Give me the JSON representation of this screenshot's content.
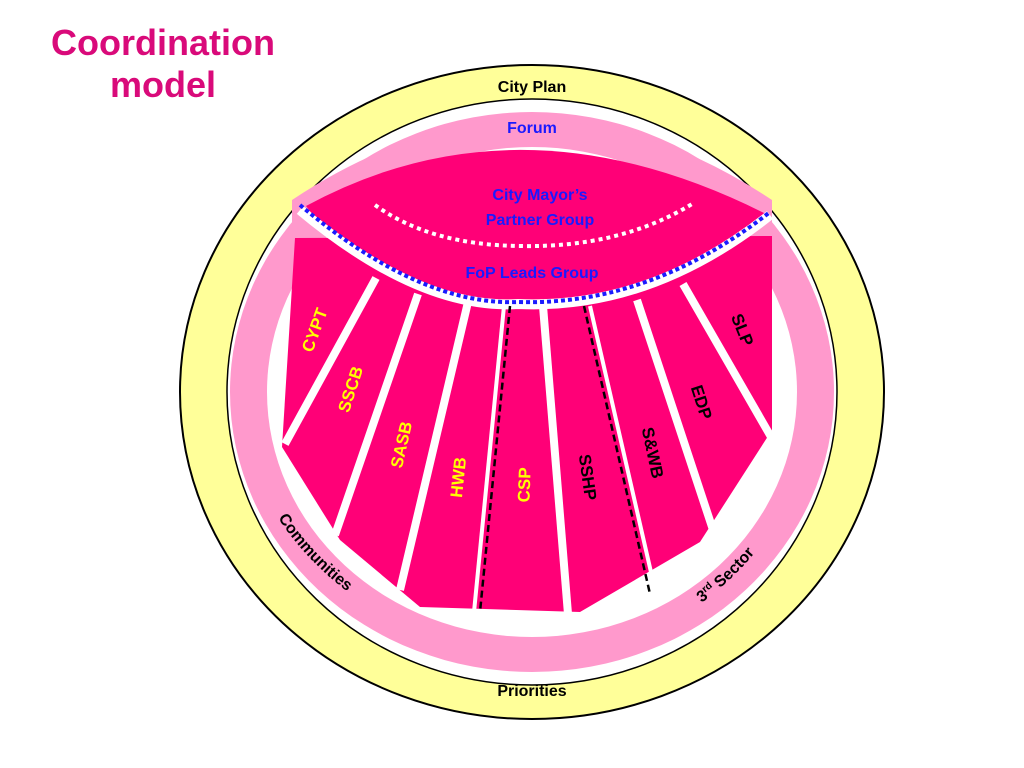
{
  "title": {
    "line1": "Coordination",
    "line2": "model"
  },
  "rings": {
    "outer_top": "City Plan",
    "outer_bottom": "Priorities",
    "middle_top": "Forum",
    "middle_left": "Communities",
    "middle_right_prefix": "3",
    "middle_right_sup": "rd",
    "middle_right_suffix": " Sector"
  },
  "core": {
    "mayor_line1": "City Mayor’s",
    "mayor_line2": "Partner Group",
    "leads": "FoP Leads Group"
  },
  "segments": [
    {
      "label": "CYPT",
      "color": "#ffff00"
    },
    {
      "label": "SSCB",
      "color": "#ffff00"
    },
    {
      "label": "SASB",
      "color": "#ffff00"
    },
    {
      "label": "HWB",
      "color": "#ffff00"
    },
    {
      "label": "CSP",
      "color": "#ffff00"
    },
    {
      "label": "SSHP",
      "color": "#000000"
    },
    {
      "label": "S&WB",
      "color": "#000000"
    },
    {
      "label": "EDP",
      "color": "#000000"
    },
    {
      "label": "SLP",
      "color": "#000000"
    }
  ],
  "colors": {
    "outer_ring": "#ffff99",
    "middle_ring": "#ff99cc",
    "core": "#ff0077",
    "title": "#d90a7a",
    "blue_text": "#1a1aff"
  }
}
